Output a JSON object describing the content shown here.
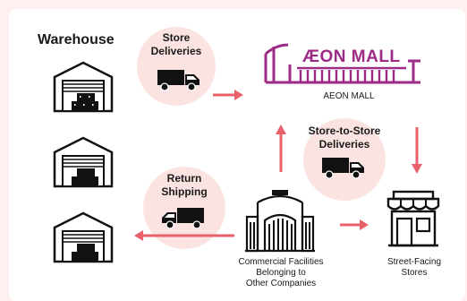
{
  "diagram": {
    "warehouse_label": "Warehouse",
    "store_deliveries_label_line1": "Store",
    "store_deliveries_label_line2": "Deliveries",
    "aeon_logo_text": "ÆON MALL",
    "aeon_mall_caption": "AEON MALL",
    "store_to_store_line1": "Store-to-Store",
    "store_to_store_line2": "Deliveries",
    "return_shipping_line1": "Return",
    "return_shipping_line2": "Shipping",
    "commercial_line1": "Commercial Facilities",
    "commercial_line2": "Belonging to",
    "commercial_line3": "Other Companies",
    "street_line1": "Street-Facing",
    "street_line2": "Stores"
  },
  "colors": {
    "arrow": "#e8606a",
    "circle_fill": "#fbe3e2",
    "logo": "#9c2a86",
    "page_bg": "#fdf0ef"
  },
  "icons": [
    "warehouse-icon",
    "delivery-truck-icon",
    "aeon-mall-logo",
    "commercial-building-icon",
    "storefront-icon"
  ]
}
